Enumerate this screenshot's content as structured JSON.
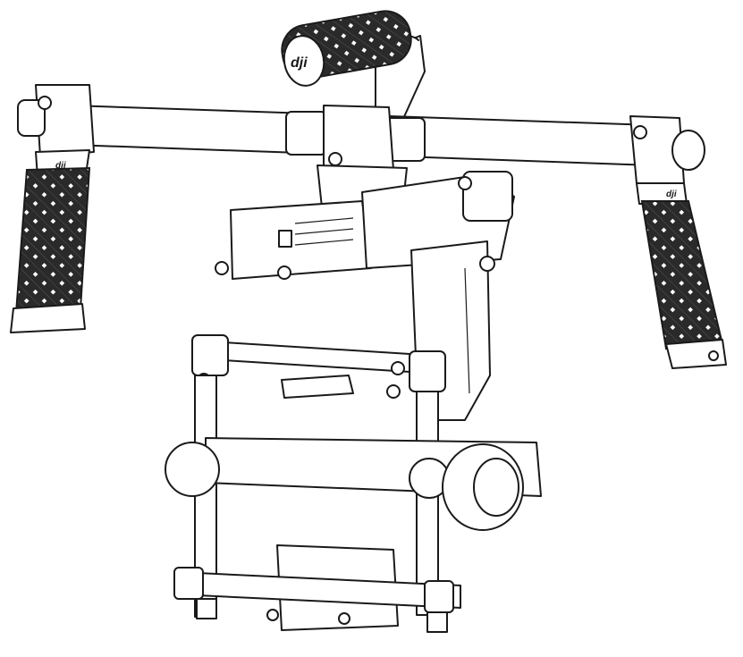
{
  "logos": {
    "top_handle": "dji",
    "left_grip": "dji",
    "right_grip": "dji"
  },
  "colors": {
    "line": "#1a1a1a",
    "background": "#ffffff",
    "grip": "#2a2a2a",
    "grip_weave": "#ffffff"
  },
  "icons": {
    "gimbal": "gimbal-stabilizer-line-drawing",
    "grip": "textured-grip-icon",
    "knob": "thumbscrew-knob-icon",
    "motor": "brushless-motor-icon"
  }
}
